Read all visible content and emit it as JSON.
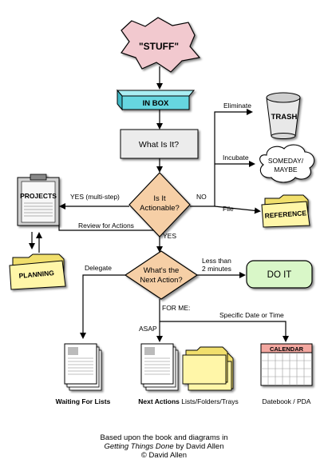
{
  "colors": {
    "stuff_fill": "#f2c9cf",
    "inbox_fill": "#66d6e0",
    "diamond_fill": "#f6cfa6",
    "doit_fill": "#d9f7c8",
    "folder_fill": "#fff6a8",
    "folder_fill_dark": "#f1df6c",
    "calendar_header": "#f3a7a0",
    "box_fill": "#ececec"
  },
  "nodes": {
    "stuff": "\"STUFF\"",
    "inbox": "IN BOX",
    "what_is_it": "What Is It?",
    "actionable_line1": "Is It",
    "actionable_line2": "Actionable?",
    "next_action_line1": "What's the",
    "next_action_line2": "Next Action?",
    "do_it": "DO IT",
    "trash": "TRASH",
    "someday_line1": "SOMEDAY/",
    "someday_line2": "MAYBE",
    "reference": "REFERENCE",
    "projects": "PROJECTS",
    "planning": "PLANNING",
    "calendar": "CALENDAR"
  },
  "edges": {
    "eliminate": "Eliminate",
    "incubate": "Incubate",
    "file": "File",
    "no": "NO",
    "yes_multistep": "YES (multi-step)",
    "review_for_actions": "Review for Actions",
    "yes": "YES",
    "delegate": "Delegate",
    "less_than_line1": "Less than",
    "less_than_line2": "2 minutes",
    "for_me": "FOR ME:",
    "asap": "ASAP",
    "specific_date": "Specific Date or Time"
  },
  "outputs": {
    "waiting_for": "Waiting For Lists",
    "next_actions_bold": "Next Actions",
    "next_actions_rest": " Lists/Folders/Trays",
    "datebook": "Datebook / PDA"
  },
  "caption": {
    "line1": "Based upon the book and diagrams in",
    "line2_title": "Getting Things Done",
    "line2_rest": " by David Allen",
    "line3": "© David Allen"
  }
}
